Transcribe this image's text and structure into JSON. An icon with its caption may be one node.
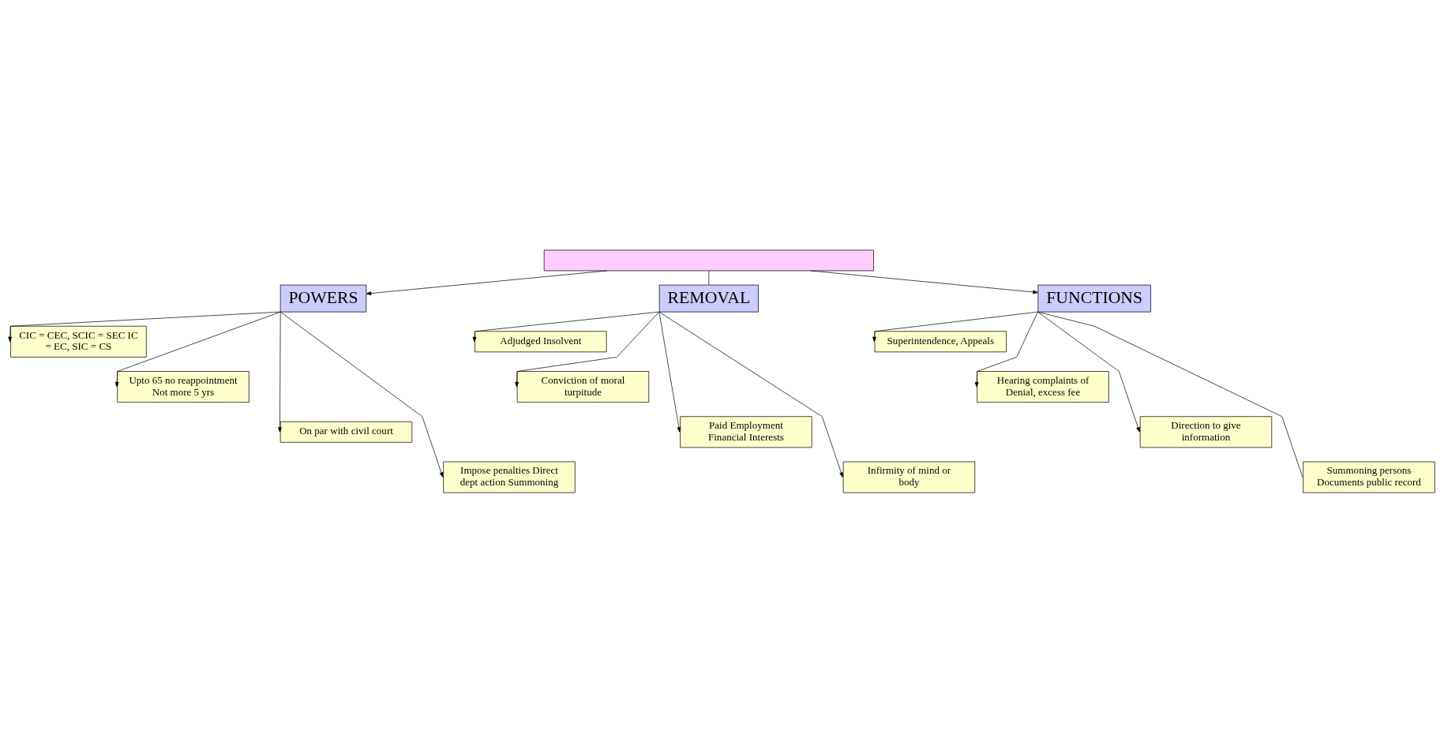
{
  "diagram": {
    "nodes": [
      {
        "text": [],
        "shape": "box"
      },
      {
        "text": [
          "POWERS"
        ]
      },
      {
        "text": [
          "REMOVAL"
        ]
      },
      {
        "text": [
          "FUNCTIONS"
        ]
      },
      {
        "text": [
          "CIC = CEC, SCIC = SEC IC = EC, SIC = CS"
        ]
      },
      {
        "text": [
          "Upto 65 no reappointment Not more 5 yrs"
        ]
      },
      {
        "text": [
          "On par with civil court"
        ]
      },
      {
        "text": [
          "Impose penalties Direct dept action Summoning"
        ]
      },
      {
        "text": [
          "Adjudged Insolvent"
        ]
      },
      {
        "text": [
          "Conviction of moral turpitude"
        ]
      },
      {
        "text": [
          "Paid Employment Financial Interests"
        ]
      },
      {
        "text": [
          "Infirmity of mind or body"
        ]
      },
      {
        "text": [
          "Superintendence, Appeals"
        ]
      },
      {
        "text": [
          "Hearing complaints of Denial, excess fee"
        ]
      },
      {
        "text": [
          "Direction to give information"
        ]
      },
      {
        "text": [
          "Summoning persons Documents public record"
        ]
      }
    ],
    "edges": [
      {
        "from": 0,
        "to": 1,
        "arrow": "to"
      },
      {
        "from": 0,
        "to": 2,
        "arrow": "none"
      },
      {
        "from": 0,
        "to": 3,
        "arrow": "to"
      },
      {
        "from": 1,
        "to": 4,
        "arrow": "to"
      },
      {
        "from": 1,
        "to": 5,
        "arrow": "to"
      },
      {
        "from": 1,
        "to": 6,
        "arrow": "to"
      },
      {
        "from": 1,
        "to": 7,
        "arrow": "to"
      },
      {
        "from": 2,
        "to": 8,
        "arrow": "to"
      },
      {
        "from": 2,
        "to": 9,
        "arrow": "to"
      },
      {
        "from": 2,
        "to": 10,
        "arrow": "to"
      },
      {
        "from": 2,
        "to": 11,
        "arrow": "to"
      },
      {
        "from": 3,
        "to": 12,
        "arrow": "to"
      },
      {
        "from": 3,
        "to": 13,
        "arrow": "to"
      },
      {
        "from": 3,
        "to": 14,
        "arrow": "to"
      },
      {
        "from": 3,
        "to": 15,
        "arrow": "none"
      }
    ]
  }
}
